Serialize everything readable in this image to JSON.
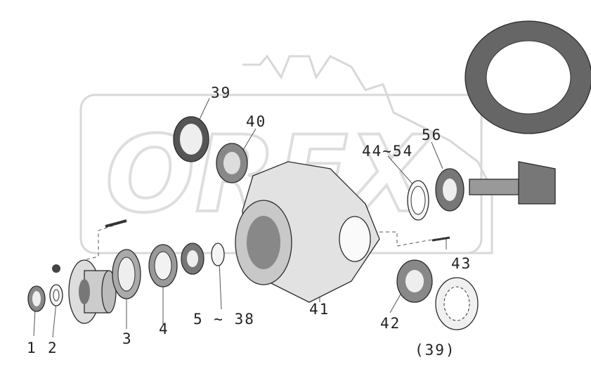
{
  "watermark": {
    "text": "OREX"
  },
  "callouts": [
    {
      "id": "1",
      "label": "1"
    },
    {
      "id": "2",
      "label": "2"
    },
    {
      "id": "3",
      "label": "3"
    },
    {
      "id": "4",
      "label": "4"
    },
    {
      "id": "5-38",
      "label": "5 ~ 38"
    },
    {
      "id": "39",
      "label": "39"
    },
    {
      "id": "40",
      "label": "40"
    },
    {
      "id": "41",
      "label": "41"
    },
    {
      "id": "42",
      "label": "42"
    },
    {
      "id": "43",
      "label": "43"
    },
    {
      "id": "44-54",
      "label": "44~54"
    },
    {
      "id": "56",
      "label": "56"
    },
    {
      "id": "39b",
      "label": "(39)"
    }
  ],
  "colors": {
    "ink": "#2a2a2a",
    "watermark": "#d8d8d8",
    "background": "#ffffff"
  }
}
